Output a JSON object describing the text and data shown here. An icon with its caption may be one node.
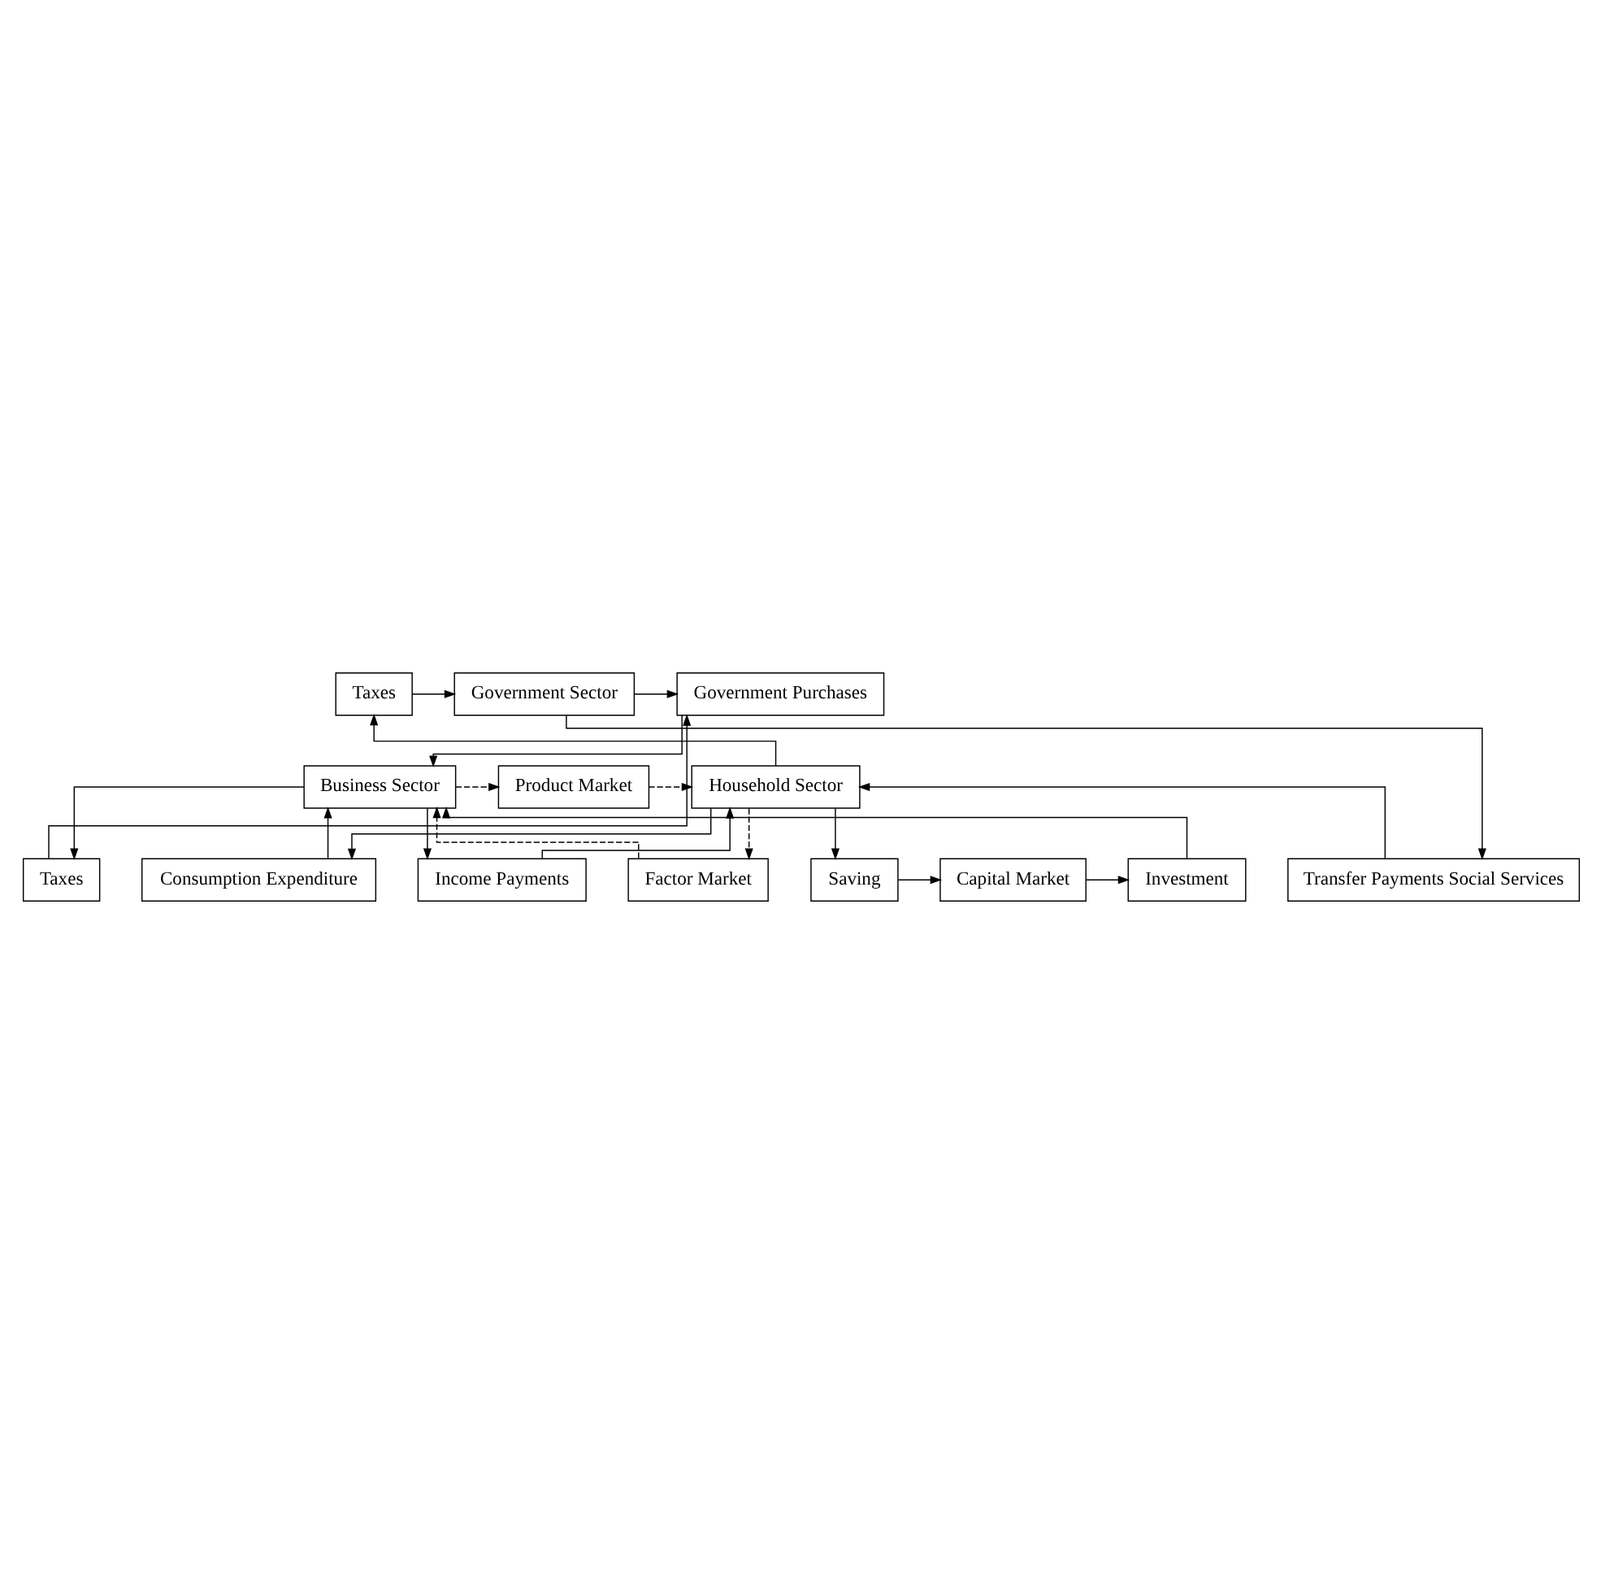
{
  "diagram": {
    "nodes": [
      {
        "text": [
          "Government Purchases"
        ]
      },
      {
        "text": [
          "Government Sector"
        ]
      },
      {
        "text": [
          "Taxes"
        ]
      },
      {
        "text": [
          "Transfer Payments Social Services"
        ]
      },
      {
        "text": [
          "Investment"
        ]
      },
      {
        "text": [
          "Capital Market"
        ]
      },
      {
        "text": [
          "Saving"
        ]
      },
      {
        "text": [
          "Taxes"
        ]
      },
      {
        "text": [
          "Consumption Expenditure"
        ]
      },
      {
        "text": [
          "Product Market"
        ]
      },
      {
        "text": [
          "Business Sector"
        ]
      },
      {
        "text": [
          "Household Sector"
        ]
      },
      {
        "text": [
          "Factor Market"
        ]
      },
      {
        "text": [
          "Income Payments"
        ]
      }
    ],
    "edges": [
      {
        "from": 1,
        "to": 0,
        "arrow": "to"
      },
      {
        "from": 1,
        "to": 3,
        "arrow": "to"
      },
      {
        "from": 2,
        "to": 1,
        "arrow": "to"
      },
      {
        "from": 11,
        "to": 2,
        "arrow": "to"
      },
      {
        "from": 3,
        "to": 11,
        "arrow": "to"
      },
      {
        "from": 0,
        "to": 10,
        "arrow": "to"
      },
      {
        "from": 7,
        "to": 0,
        "arrow": "to"
      },
      {
        "from": 10,
        "to": 7,
        "arrow": "to"
      },
      {
        "from": 6,
        "to": 5,
        "arrow": "to"
      },
      {
        "from": 5,
        "to": 4,
        "arrow": "to"
      },
      {
        "from": 11,
        "to": 6,
        "arrow": "to"
      },
      {
        "from": 4,
        "to": 10,
        "arrow": "to"
      },
      {
        "from": 11,
        "to": 8,
        "arrow": "to"
      },
      {
        "from": 8,
        "to": 10,
        "arrow": "to"
      },
      {
        "from": 10,
        "to": 9,
        "arrow": "to",
        "style": "dashed"
      },
      {
        "from": 9,
        "to": 11,
        "arrow": "to",
        "style": "dashed"
      },
      {
        "from": 11,
        "to": 12,
        "arrow": "to",
        "style": "dashed"
      },
      {
        "from": 12,
        "to": 10,
        "arrow": "to",
        "style": "dashed"
      },
      {
        "from": 10,
        "to": 13,
        "arrow": "to"
      },
      {
        "from": 13,
        "to": 11,
        "arrow": "to"
      }
    ]
  }
}
